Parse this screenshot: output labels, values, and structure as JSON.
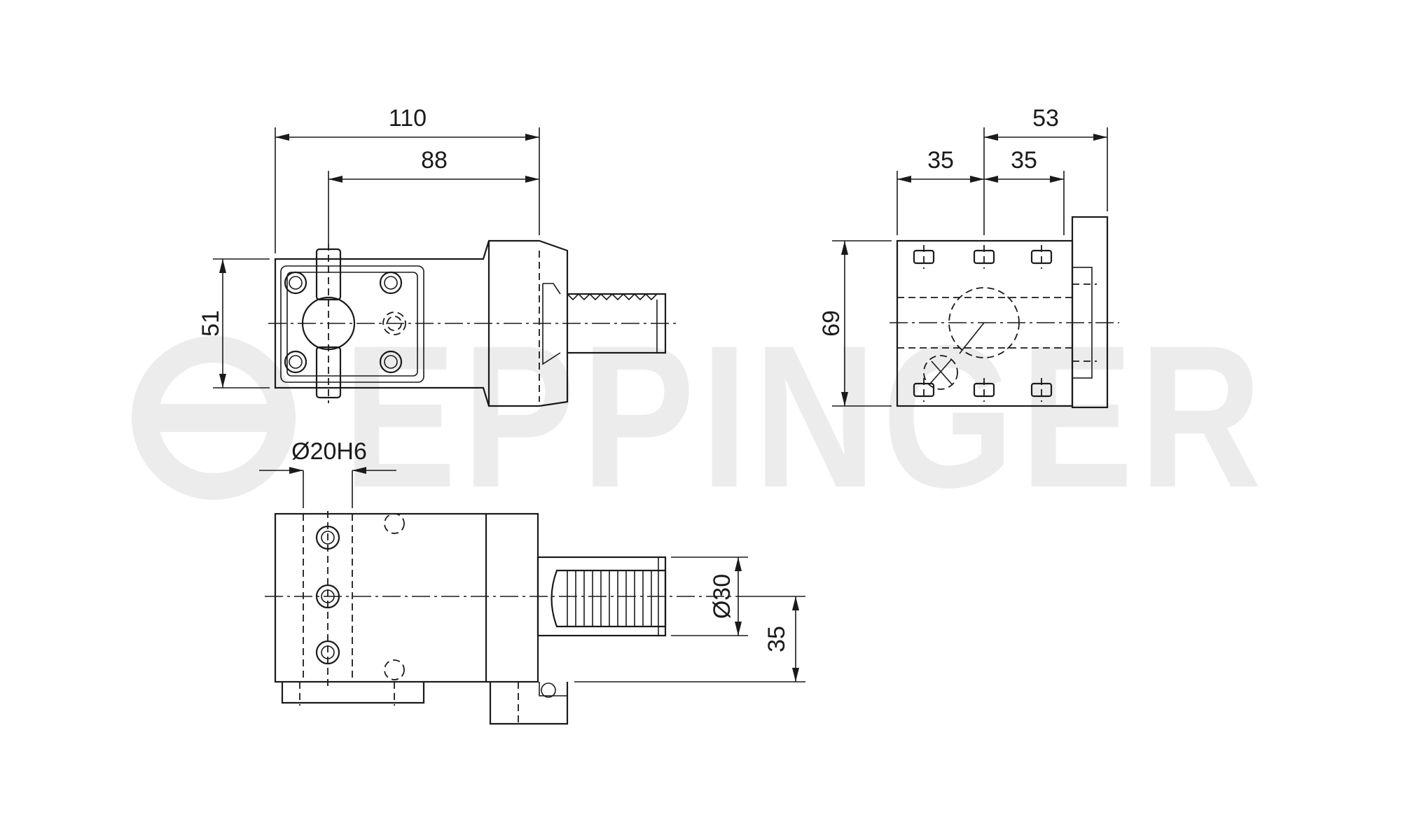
{
  "watermark": {
    "text": "EPPINGER",
    "color": "#ececec"
  },
  "dimensions": {
    "side_total_length": "110",
    "side_shank_to_face": "88",
    "side_height": "51",
    "bore": "Ø20H6",
    "shank_diameter": "Ø30",
    "center_height": "35",
    "end_total_width": "53",
    "end_left_half": "35",
    "end_right_half": "35",
    "end_height": "69"
  },
  "colors": {
    "line": "#1a1a1a",
    "background": "#ffffff"
  }
}
